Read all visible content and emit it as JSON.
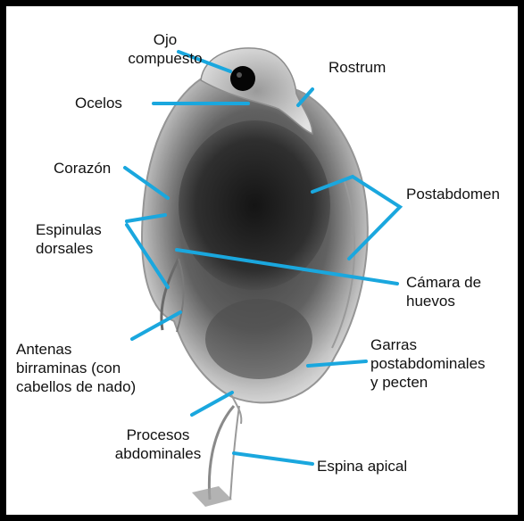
{
  "colors": {
    "frame": "#000000",
    "leader_line": "#1aa7de",
    "text": "#111111",
    "specimen": "#3a3a3a"
  },
  "labels": {
    "ojo_line1": "Ojo",
    "ojo_line2": "compuesto",
    "rostrum": "Rostrum",
    "ocelos": "Ocelos",
    "corazon": "Corazón",
    "postabdomen": "Postabdomen",
    "espinulas_line1": "Espinulas",
    "espinulas_line2": "dorsales",
    "camara_line1": "Cámara de",
    "camara_line2": "huevos",
    "antenas_line1": "Antenas",
    "antenas_line2": "birraminas (con",
    "antenas_line3": "cabellos de nado)",
    "garras_line1": "Garras",
    "garras_line2": "postabdominales",
    "garras_line3": "y pecten",
    "procesos_line1": "Procesos",
    "procesos_line2": "abdominales",
    "espina": "Espina apical"
  }
}
